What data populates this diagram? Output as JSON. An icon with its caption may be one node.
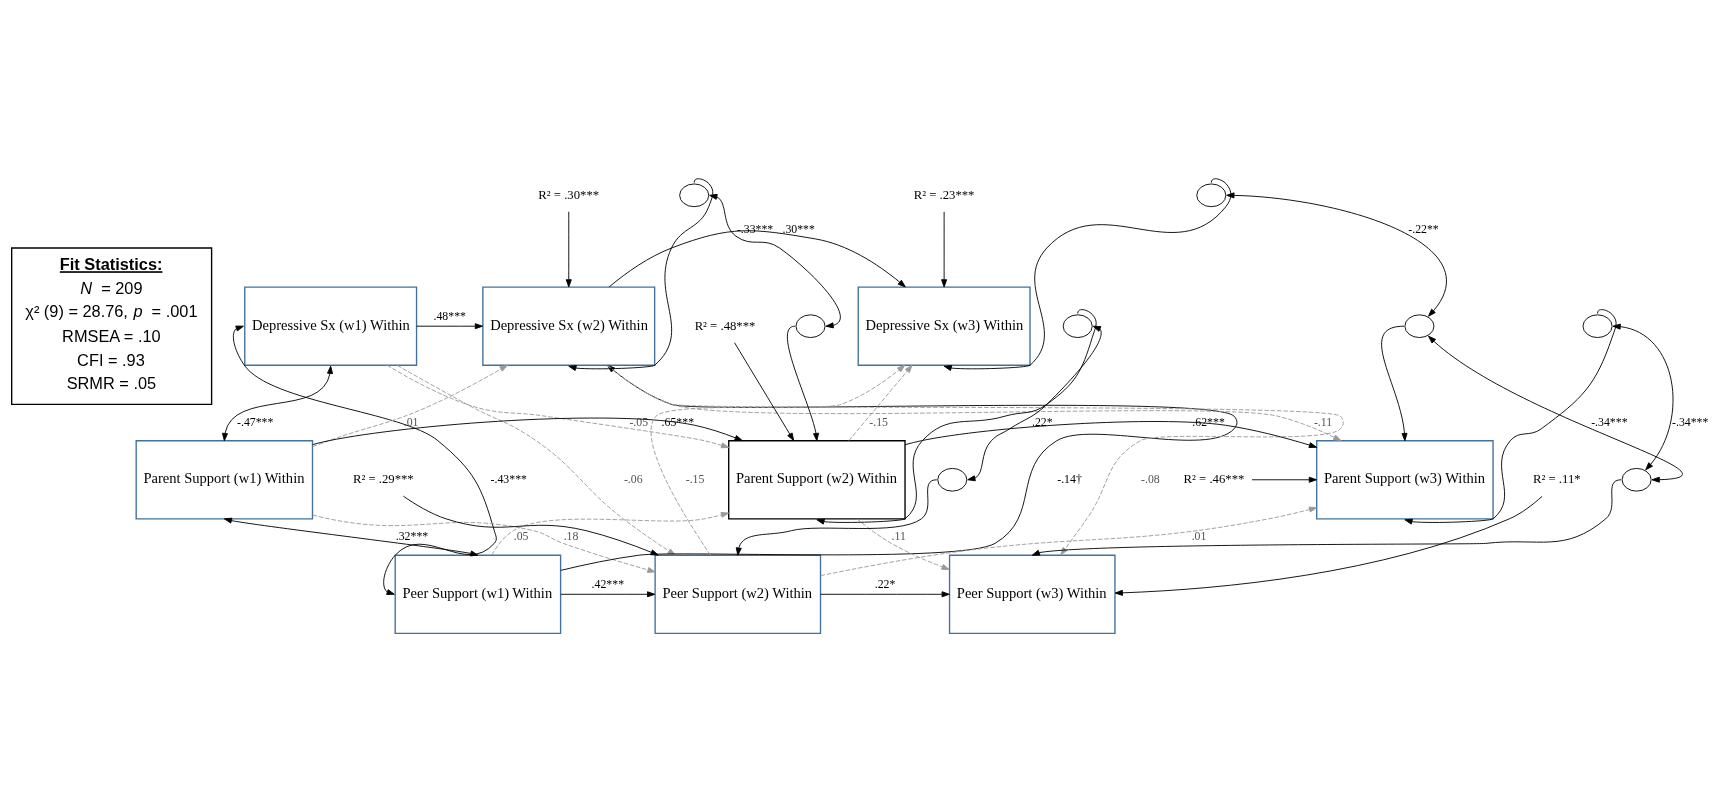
{
  "diagram": {
    "nodes": [
      {
        "text": [
          "Fit Statistics:",
          "*N* = 209",
          "χ² (9) = 28.76, *p* = .001",
          "RMSEA = .10",
          "CFI = .93",
          "SRMR = .05"
        ]
      },
      {
        "text": [
          "Depressive Sx (w1) Within"
        ]
      },
      {
        "text": [
          "Parent Support (w1) Within"
        ]
      },
      {
        "text": [
          "Peer Support (w1) Within"
        ]
      },
      {
        "text": [
          "Depressive Sx (w2) Within"
        ]
      },
      {
        "text": [
          "Parent Support (w2) Within"
        ]
      },
      {
        "text": [
          "Peer Support (w2) Within"
        ]
      },
      {
        "text": [
          "Depressive Sx (w3) Within"
        ]
      },
      {
        "text": [
          "Parent Support (w3) Within"
        ]
      },
      {
        "text": [
          "Peer Support (w3) Within"
        ]
      },
      {
        "text": [],
        "shape": "circle"
      },
      {
        "text": [],
        "shape": "circle"
      },
      {
        "text": [],
        "shape": "circle"
      },
      {
        "text": [],
        "shape": "circle"
      },
      {
        "text": [],
        "shape": "circle"
      },
      {
        "text": [],
        "shape": "circle"
      },
      {
        "text": [],
        "shape": "circle"
      },
      {
        "text": [],
        "shape": "circle"
      },
      {
        "text": [
          "R² = .30***"
        ]
      },
      {
        "text": [
          "R² = .23***"
        ]
      },
      {
        "text": [
          "R² = .48***"
        ]
      },
      {
        "text": [
          "R² = .46***"
        ]
      },
      {
        "text": [
          "R² = .29***"
        ]
      },
      {
        "text": [
          "R² = .11*"
        ]
      }
    ],
    "edges": [
      {
        "from": 1,
        "to": 4,
        "arrow": "to",
        "label": ".48***"
      },
      {
        "from": 2,
        "to": 5,
        "arrow": "to",
        "label": ".65***"
      },
      {
        "from": 3,
        "to": 6,
        "arrow": "to",
        "label": ".42***"
      },
      {
        "from": 1,
        "to": 2,
        "arrow": "both",
        "label": "-.47***"
      },
      {
        "from": 2,
        "to": 3,
        "arrow": "both",
        "label": ".32***"
      },
      {
        "from": 1,
        "to": 3,
        "arrow": "both",
        "label": "-.43***"
      },
      {
        "from": 1,
        "to": 5,
        "arrow": "to",
        "label": "-.05",
        "style": "dashed",
        "color": "#999999"
      },
      {
        "from": 1,
        "to": 6,
        "arrow": "to",
        "label": "-.06",
        "style": "dashed",
        "color": "#999999"
      },
      {
        "from": 2,
        "to": 4,
        "arrow": "to",
        "label": ".01",
        "style": "dashed",
        "color": "#999999"
      },
      {
        "from": 2,
        "to": 6,
        "arrow": "to",
        "label": ".18",
        "style": "dashed",
        "color": "#999999"
      },
      {
        "from": 3,
        "to": 4,
        "arrow": "to",
        "label": "-.14†"
      },
      {
        "from": 3,
        "to": 5,
        "arrow": "to",
        "label": ".05",
        "style": "dashed",
        "color": "#999999"
      },
      {
        "from": 4,
        "to": 7,
        "arrow": "to",
        "label": ".30***"
      },
      {
        "from": 4,
        "to": 8,
        "arrow": "to",
        "label": "-.11",
        "style": "dashed",
        "color": "#999999"
      },
      {
        "from": 4,
        "to": 9,
        "arrow": "to",
        "label": "-.08",
        "style": "dashed",
        "color": "#999999"
      },
      {
        "from": 5,
        "to": 8,
        "arrow": "to",
        "label": ".62***"
      },
      {
        "from": 5,
        "to": 7,
        "arrow": "to",
        "label": "-.15",
        "style": "dashed",
        "color": "#999999"
      },
      {
        "from": 5,
        "to": 9,
        "arrow": "to",
        "label": ".11",
        "style": "dashed",
        "color": "#999999"
      },
      {
        "from": 6,
        "to": 9,
        "arrow": "to",
        "label": ".22*"
      },
      {
        "from": 6,
        "to": 7,
        "arrow": "to",
        "label": "-.15",
        "style": "dashed",
        "color": "#999999"
      },
      {
        "from": 6,
        "to": 8,
        "arrow": "to",
        "label": ".01",
        "style": "dashed",
        "color": "#999999"
      },
      {
        "from": 10,
        "to": 4,
        "arrow": "to"
      },
      {
        "from": 11,
        "to": 5,
        "arrow": "to"
      },
      {
        "from": 10,
        "to": 11,
        "arrow": "both",
        "label": "-.33***"
      },
      {
        "from": 12,
        "to": 5,
        "arrow": "to"
      },
      {
        "from": 13,
        "to": 6,
        "arrow": "to"
      },
      {
        "from": 12,
        "to": 13,
        "arrow": "both",
        "label": ".22*"
      },
      {
        "from": 14,
        "to": 7,
        "arrow": "to"
      },
      {
        "from": 15,
        "to": 8,
        "arrow": "to"
      },
      {
        "from": 14,
        "to": 15,
        "arrow": "both",
        "label": "-.22**"
      },
      {
        "from": 16,
        "to": 8,
        "arrow": "to"
      },
      {
        "from": 17,
        "to": 9,
        "arrow": "to"
      },
      {
        "from": 16,
        "to": 17,
        "arrow": "both",
        "label": "-.34***"
      },
      {
        "from": 15,
        "to": 17,
        "arrow": "both",
        "label": "-.34***"
      },
      {
        "from": 18,
        "to": 4,
        "arrow": "to"
      },
      {
        "from": 19,
        "to": 7,
        "arrow": "to"
      },
      {
        "from": 20,
        "to": 5,
        "arrow": "to"
      },
      {
        "from": 21,
        "to": 8,
        "arrow": "to"
      },
      {
        "from": 22,
        "to": 6,
        "arrow": "to"
      },
      {
        "from": 23,
        "to": 9,
        "arrow": "to"
      }
    ]
  }
}
